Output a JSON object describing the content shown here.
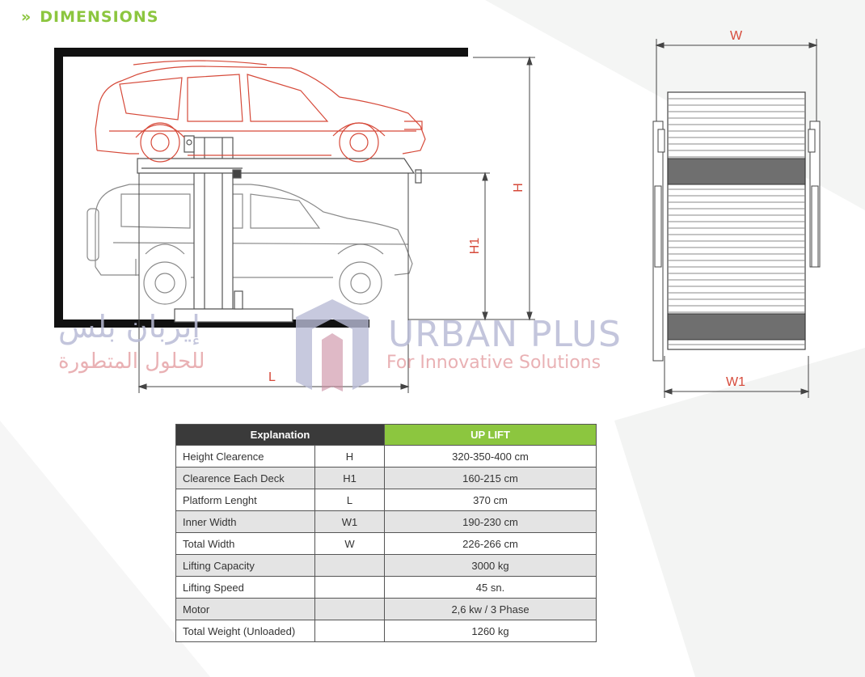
{
  "heading": {
    "chevron": "»",
    "title": "DIMENSIONS"
  },
  "drawing_labels": {
    "H": "H",
    "H1": "H1",
    "L": "L",
    "W": "W",
    "W1": "W1"
  },
  "watermark": {
    "arabic_name": "إيربان بلس",
    "arabic_tagline": "للحلول المتطورة",
    "name": "URBAN PLUS",
    "tagline": "For Innovative Solutions"
  },
  "colors": {
    "accent_green": "#8cc63f",
    "header_dark": "#3a3a3a",
    "drawing_red": "#d64a3a"
  },
  "table": {
    "header": {
      "explanation": "Explanation",
      "model": "UP LIFT"
    },
    "rows": [
      {
        "name": "Height Clearence",
        "symbol": "H",
        "value": "320-350-400 cm"
      },
      {
        "name": "Clearence Each Deck",
        "symbol": "H1",
        "value": "160-215 cm"
      },
      {
        "name": "Platform Lenght",
        "symbol": "L",
        "value": "370 cm"
      },
      {
        "name": "Inner Width",
        "symbol": "W1",
        "value": "190-230 cm"
      },
      {
        "name": "Total Width",
        "symbol": "W",
        "value": "226-266 cm"
      },
      {
        "name": "Lifting Capacity",
        "symbol": "",
        "value": "3000 kg"
      },
      {
        "name": "Lifting Speed",
        "symbol": "",
        "value": "45 sn."
      },
      {
        "name": "Motor",
        "symbol": "",
        "value": "2,6 kw / 3 Phase"
      },
      {
        "name": "Total Weight (Unloaded)",
        "symbol": "",
        "value": "1260 kg"
      }
    ]
  }
}
